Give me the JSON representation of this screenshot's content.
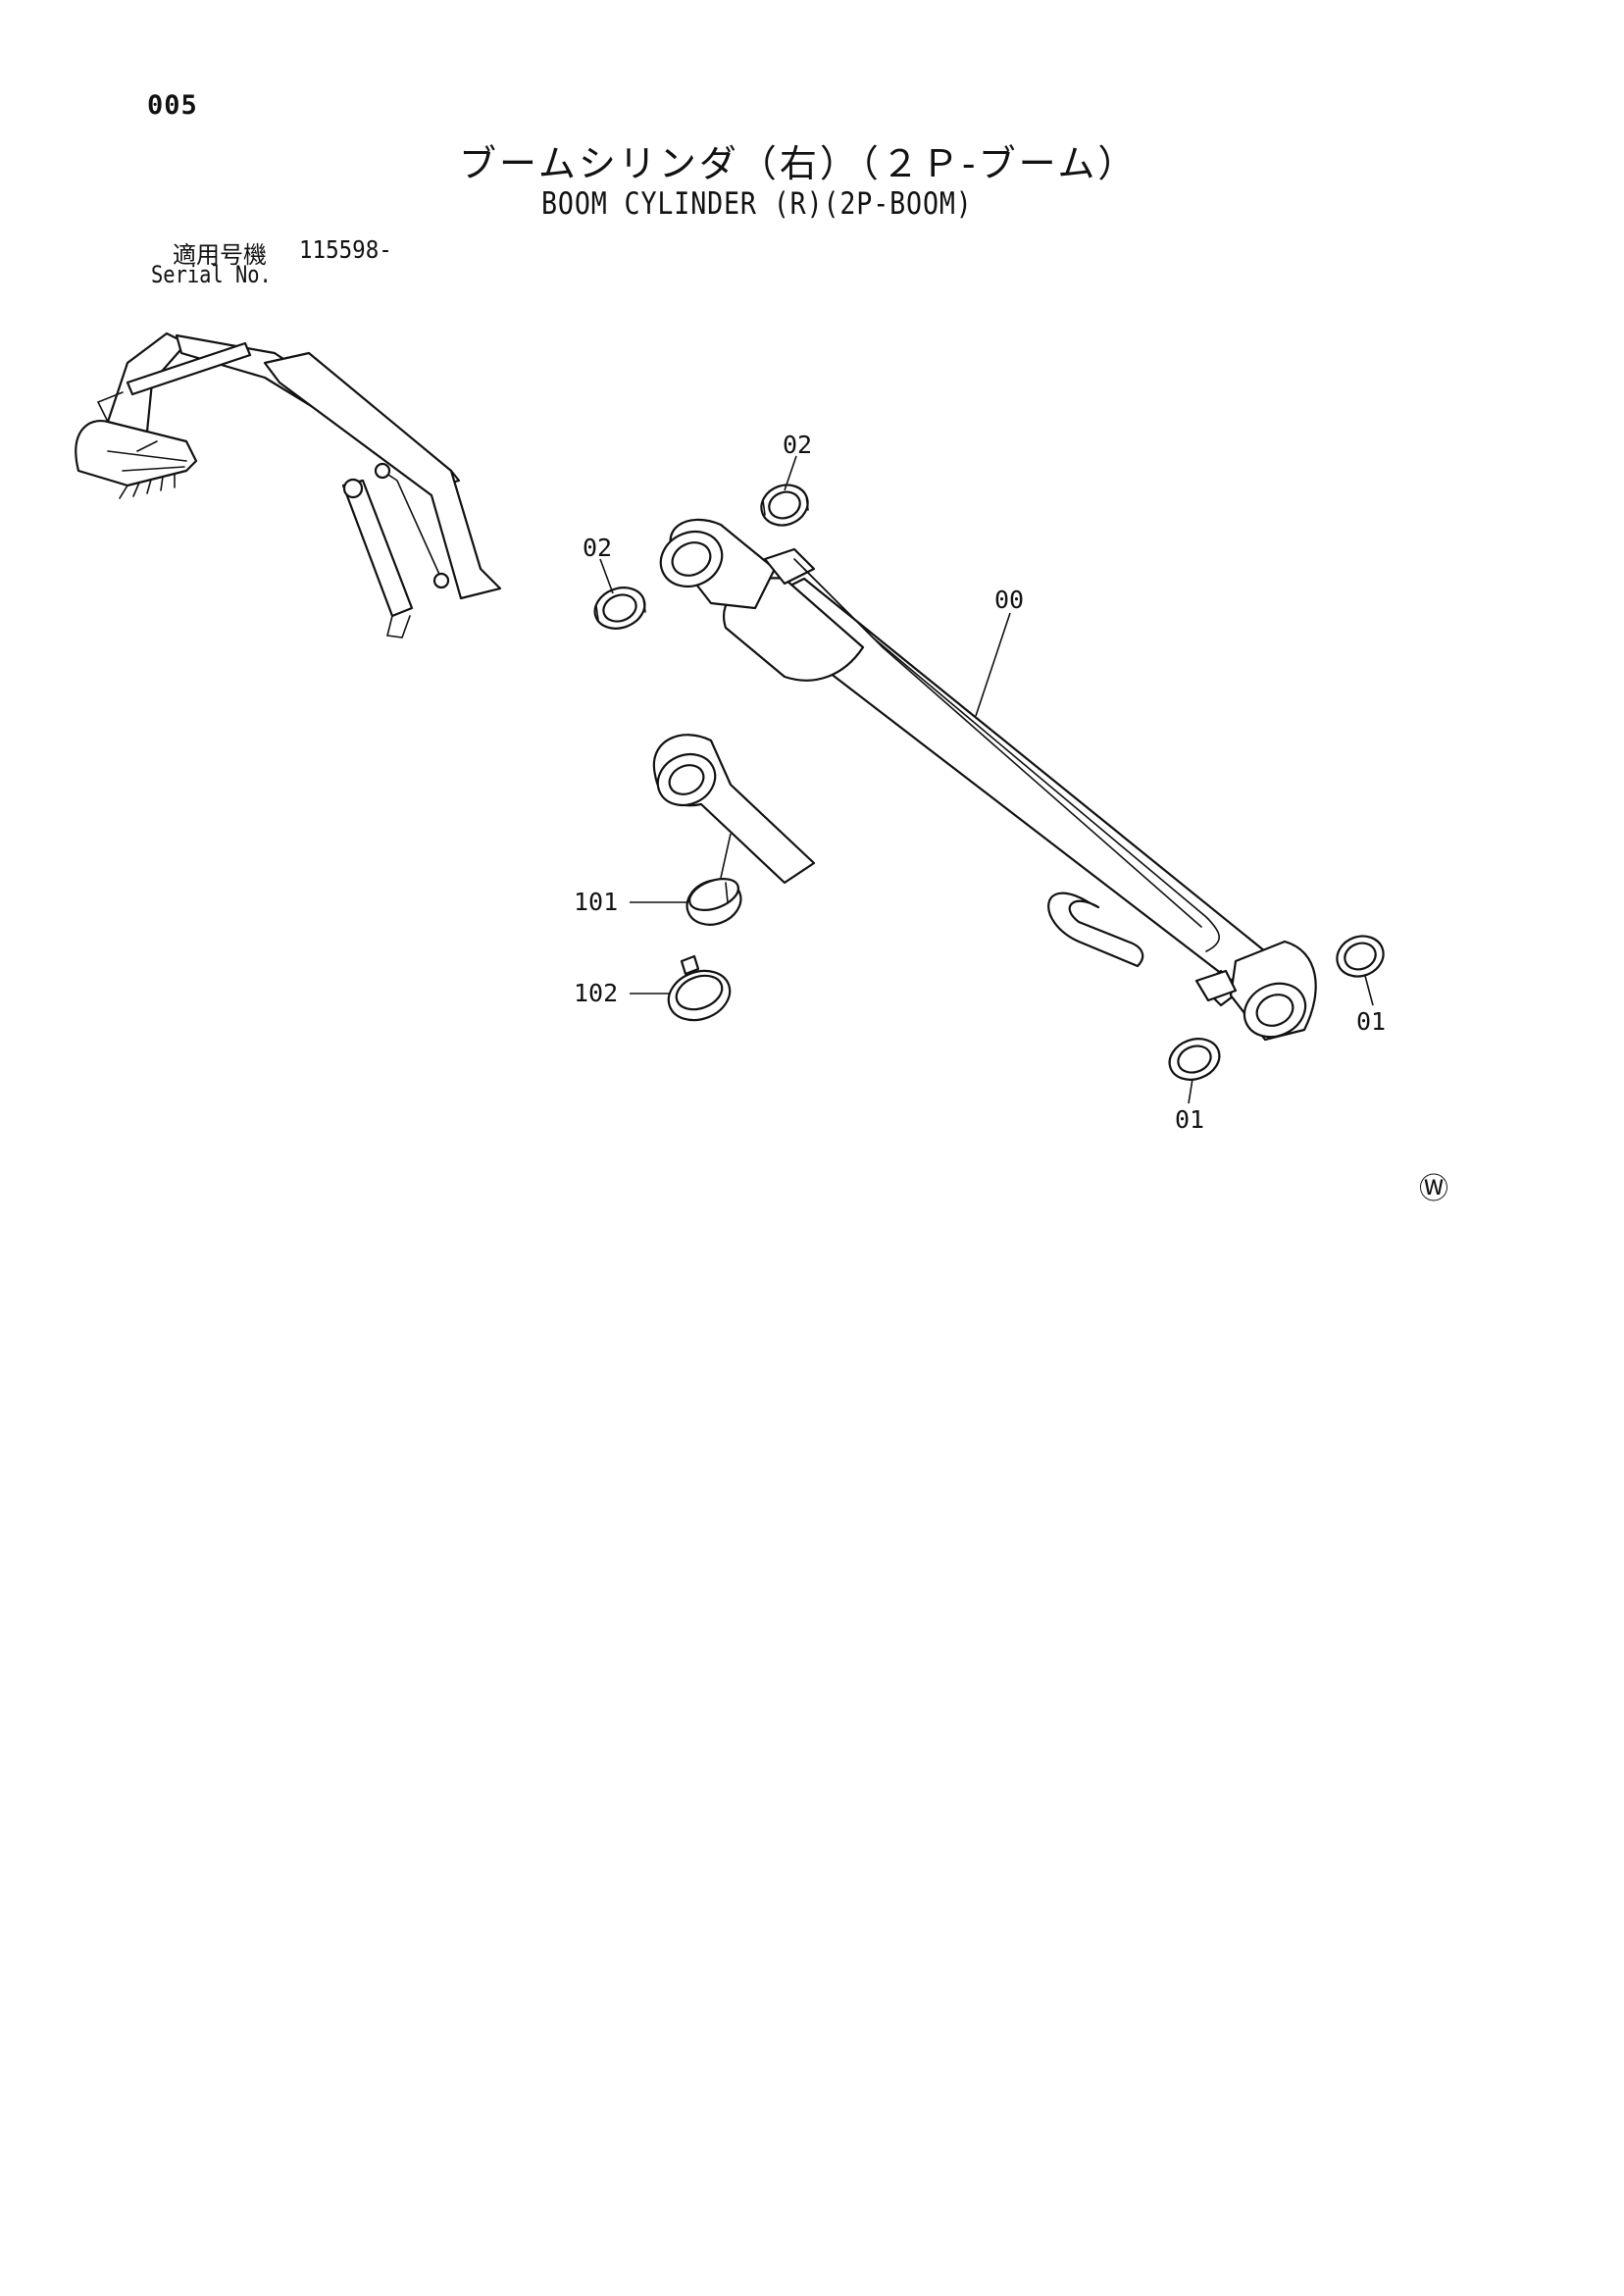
{
  "page_number": "005",
  "title": {
    "japanese": "ブームシリンダ（右）（２Ｐ-ブーム）",
    "english": "BOOM CYLINDER (R)(2P-BOOM)"
  },
  "serial": {
    "label_japanese": "適用号機",
    "value": "115598-",
    "label_english": "Serial No."
  },
  "callouts": {
    "c00": "00",
    "c01a": "01",
    "c01b": "01",
    "c02a": "02",
    "c02b": "02",
    "c101": "101",
    "c102": "102"
  },
  "mark": "Ⓦ",
  "icons": {
    "excavator": "excavator-locator-icon",
    "cylinder": "boom-cylinder-icon"
  }
}
